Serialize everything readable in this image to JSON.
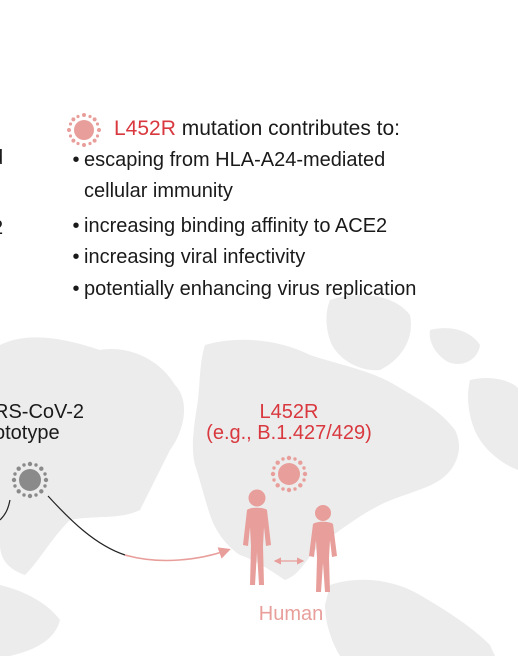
{
  "left_edge_fragments": [
    "d",
    "2"
  ],
  "callout": {
    "title_highlight": "L452R",
    "title_rest": "mutation contributes to:",
    "bullets": [
      {
        "lines": [
          "escaping from HLA-A24-mediated",
          "cellular immunity"
        ]
      },
      {
        "lines": [
          "increasing binding affinity to ACE2"
        ]
      },
      {
        "lines": [
          "increasing viral infectivity"
        ]
      },
      {
        "lines": [
          "potentially enhancing virus replication"
        ]
      }
    ]
  },
  "prototype_label": {
    "line1": "RS-CoV-2",
    "line2": "ototype"
  },
  "variant_label": {
    "line1": "L452R",
    "line2": "(e.g., B.1.427/429)"
  },
  "host_label": "Human",
  "colors": {
    "accent_red": "#d8383e",
    "pink": "#e89e9a",
    "gray_virus": "#8a8a8a",
    "map": "#ececec",
    "text": "#1a1a1a"
  },
  "icons": [
    "virus-icon",
    "person-icon",
    "double-arrow-icon",
    "transmission-arrow"
  ]
}
